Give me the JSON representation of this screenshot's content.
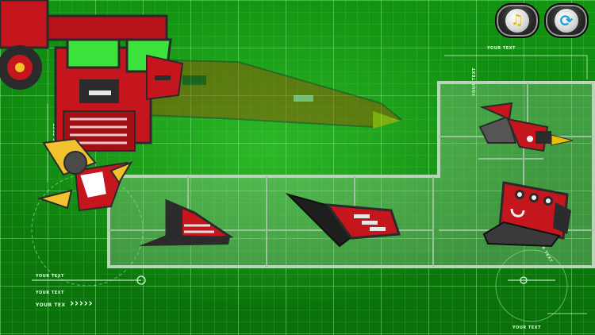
{
  "hud": {
    "label_top": "YOUR TEXT",
    "label_left_side": "YOUR TEXT",
    "label_bottom_1": "YOUR TEXT",
    "label_bottom_2": "YOUR TEXT",
    "label_bottom_3": "YOUR TEX",
    "label_right_vertical": "YOUR TEXT",
    "label_tray_vertical": "YOUR TEXT",
    "label_bottom_right": "YOUR TEXT",
    "arrows": "›››››"
  },
  "buttons": {
    "music_icon": "music-note-icon",
    "restart_icon": "refresh-icon"
  },
  "colors": {
    "background": "#129412",
    "grid": "#5fe05f",
    "tray": "#a9c9a9",
    "robot_red": "#c4161c",
    "robot_dark": "#2b2b2b",
    "accent_yellow": "#f2c12e"
  },
  "tray_parts": [
    "red-wedge-part",
    "black-blade-part",
    "drill-arm-part",
    "red-foot-part"
  ]
}
